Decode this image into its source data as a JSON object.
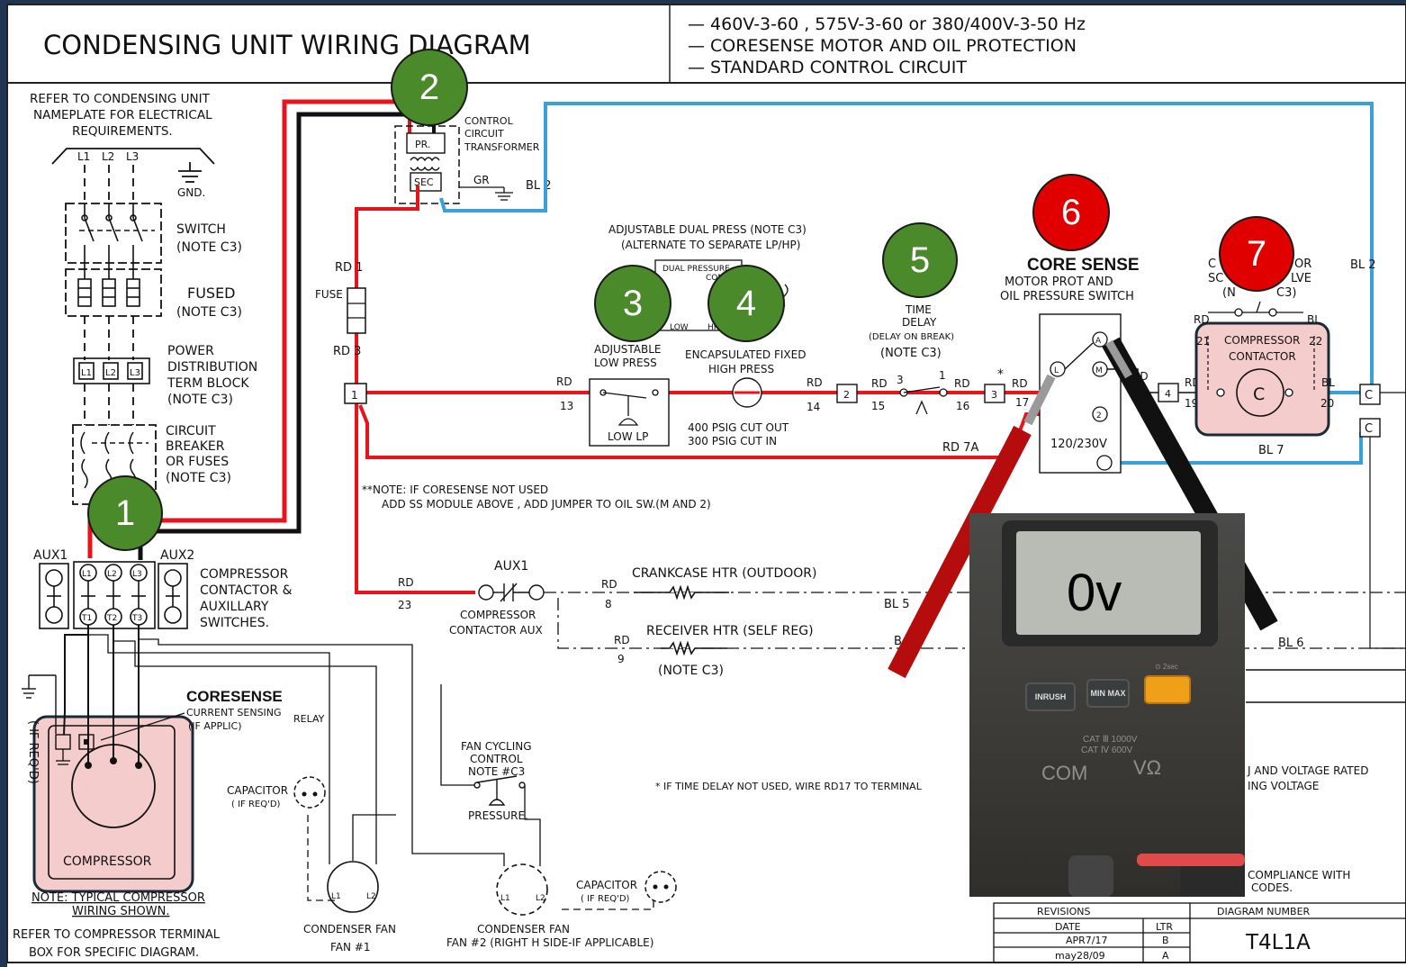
{
  "title": "CONDENSING UNIT WIRING DIAGRAM",
  "header_notes": [
    "— 460V-3-60 , 575V-3-60 or 380/400V-3-50 Hz",
    "— CORESENSE MOTOR AND OIL PROTECTION",
    "— STANDARD CONTROL CIRCUIT"
  ],
  "left": {
    "nameplate": [
      "REFER TO CONDENSING UNIT",
      "NAMEPLATE FOR ELECTRICAL",
      "REQUIREMENTS."
    ],
    "lines": [
      "L1",
      "L2",
      "L3"
    ],
    "gnd": "GND.",
    "switch": [
      "SWITCH",
      "(NOTE C3)"
    ],
    "fused": [
      "FUSED",
      "(NOTE C3)"
    ],
    "power_dist": [
      "POWER",
      "DISTRIBUTION",
      "TERM BLOCK",
      "(NOTE C3)"
    ],
    "breaker": [
      "CIRCUIT",
      "BREAKER",
      "OR FUSES",
      "(NOTE C3)"
    ],
    "aux1": "AUX1",
    "aux2": "AUX2",
    "contactor": [
      "COMPRESSOR",
      "CONTACTOR &",
      "AUXILLARY",
      "SWITCHES."
    ],
    "terminals_top": [
      "L1",
      "L2",
      "L3"
    ],
    "terminals_bottom": [
      "T1",
      "T2",
      "T3"
    ],
    "coresense": "CORESENSE",
    "current_sensing": [
      "CURRENT SENSING",
      "(IF APPLIC)"
    ],
    "relay": "RELAY",
    "if_reqd": "( IF REQ'D)",
    "compressor": "COMPRESSOR",
    "note_typical": [
      "NOTE: TYPICAL COMPRESSOR",
      "WIRING SHOWN."
    ],
    "refer_terminal": [
      "REFER TO COMPRESSOR TERMINAL",
      "BOX FOR SPECIFIC DIAGRAM."
    ],
    "capacitor1": [
      "CAPACITOR",
      "( IF REQ'D)"
    ],
    "fan1": [
      "CONDENSER FAN",
      "FAN #1"
    ],
    "fan_l1": "L1",
    "fan_l2": "L2",
    "fan_cycling": [
      "FAN CYCLING",
      "CONTROL",
      "NOTE #C3"
    ],
    "pressure": "PRESSURE.",
    "fan2": [
      "CONDENSER FAN",
      "FAN #2 (RIGHT H SIDE-IF APPLICABLE)"
    ],
    "capacitor2": [
      "CAPACITOR",
      "( IF REQ'D)"
    ]
  },
  "control": {
    "transformer": [
      "CONTROL",
      "CIRCUIT",
      "TRANSFORMER"
    ],
    "pr": "PR.",
    "sec": "SEC",
    "gr": "GR",
    "bl2": "BL 2",
    "rd1": "RD 1",
    "fuse": "FUSE",
    "rd3": "RD 3",
    "terminal1": "1",
    "dual_press": [
      "ADJUSTABLE DUAL PRESS (NOTE C3)",
      "(ALTERNATE TO SEPARATE LP/HP)"
    ],
    "dual_press_box": [
      "DUAL PRESSURE",
      "CONTROL"
    ],
    "low": "LOW",
    "hi": "HI",
    "adj_low": [
      "ADJUSTABLE",
      "LOW PRESS"
    ],
    "encapsulated": [
      "ENCAPSULATED FIXED",
      "HIGH PRESS"
    ],
    "rd13": [
      "RD",
      "13"
    ],
    "low_lp": "LOW LP",
    "cutout": [
      "400 PSIG CUT OUT",
      "300 PSIG CUT IN"
    ],
    "rd14": [
      "RD",
      "14"
    ],
    "terminal2": "2",
    "time_delay": [
      "TIME",
      "DELAY",
      "(DELAY ON BREAK)",
      "(NOTE C3)"
    ],
    "rd15": [
      "RD",
      "3",
      "15"
    ],
    "rd16": [
      "1",
      "RD",
      "16"
    ],
    "terminal3": "3",
    "asterisk": "*",
    "rd17": [
      "RD",
      "17"
    ],
    "core_sense_title": "CORE SENSE",
    "core_sense_sub": [
      "MOTOR PROT AND",
      "OIL PRESSURE SWITCH"
    ],
    "term_a": "A",
    "term_l": "L",
    "term_m": "M",
    "term_2": "2",
    "v120": "120/230V",
    "rd7a": "RD 7A",
    "rd_m": "RD",
    "terminal4": "4",
    "rd19": [
      "RD",
      "19"
    ],
    "compressor_contactor": [
      "COMPRESSOR",
      "CONTACTOR"
    ],
    "coil_c": "C",
    "t21": "21",
    "t22": "22",
    "rd_bl_top": [
      "RD",
      "BL"
    ],
    "bl20": [
      "BL",
      "20"
    ],
    "bl7": "BL 7",
    "bl2_right": "BL 2",
    "solenoid": [
      "C",
      "OR",
      "SC",
      "LVE",
      "(N",
      "C3)"
    ],
    "c_top": "C",
    "c_bottom": "C",
    "note_coresense": [
      "**NOTE: IF CORESENSE NOT USED",
      "ADD SS MODULE ABOVE , ADD JUMPER TO OIL SW.(M AND 2)"
    ],
    "aux1": "AUX1",
    "rd23": [
      "RD",
      "23"
    ],
    "contactor_aux": [
      "COMPRESSOR",
      "CONTACTOR AUX"
    ],
    "crankcase": "CRANKCASE HTR (OUTDOOR)",
    "rd8": [
      "RD",
      "8"
    ],
    "bl5": "BL 5",
    "receiver": "RECEIVER HTR (SELF REG)",
    "rd9": [
      "RD",
      "9"
    ],
    "note_c3": "(NOTE C3)",
    "bl_mid": "B",
    "bl6": "BL 6",
    "time_delay_note": "* IF TIME DELAY NOT USED, WIRE RD17 TO TERMINAL",
    "voltage_note": [
      "J AND VOLTAGE RATED",
      "ING VOLTAGE"
    ],
    "compliance": [
      "COMPLIANCE WITH",
      "CODES."
    ]
  },
  "revisions": {
    "header": "REVISIONS",
    "cols": [
      "DATE",
      "LTR"
    ],
    "rows": [
      [
        "APR7/17",
        "B"
      ],
      [
        "may28/09",
        "A"
      ]
    ],
    "diagram_number_label": "DIAGRAM NUMBER",
    "diagram_number": "T4L1A"
  },
  "badges": [
    {
      "label": "1",
      "color": "#4a8a2a"
    },
    {
      "label": "2",
      "color": "#4a8a2a"
    },
    {
      "label": "3",
      "color": "#4a8a2a"
    },
    {
      "label": "4",
      "color": "#4a8a2a"
    },
    {
      "label": "5",
      "color": "#4a8a2a"
    },
    {
      "label": "6",
      "color": "#e00000"
    },
    {
      "label": "7",
      "color": "#e00000"
    }
  ],
  "meter": {
    "reading": "0v",
    "buttons": [
      "INRUSH",
      "MIN MAX"
    ],
    "timer": "⊙ 2sec",
    "rating": [
      "CAT Ⅲ 1000V",
      "CAT Ⅳ 600V"
    ],
    "com": "COM",
    "vohm": "VΩ"
  },
  "colors": {
    "red_wire": "#e8141c",
    "black_wire": "#111111",
    "blue_wire": "#3aa0d8",
    "highlight": "#f5cccc",
    "badge_green": "#4a8a2a",
    "badge_red": "#e00000",
    "frame": "#1f3552"
  }
}
